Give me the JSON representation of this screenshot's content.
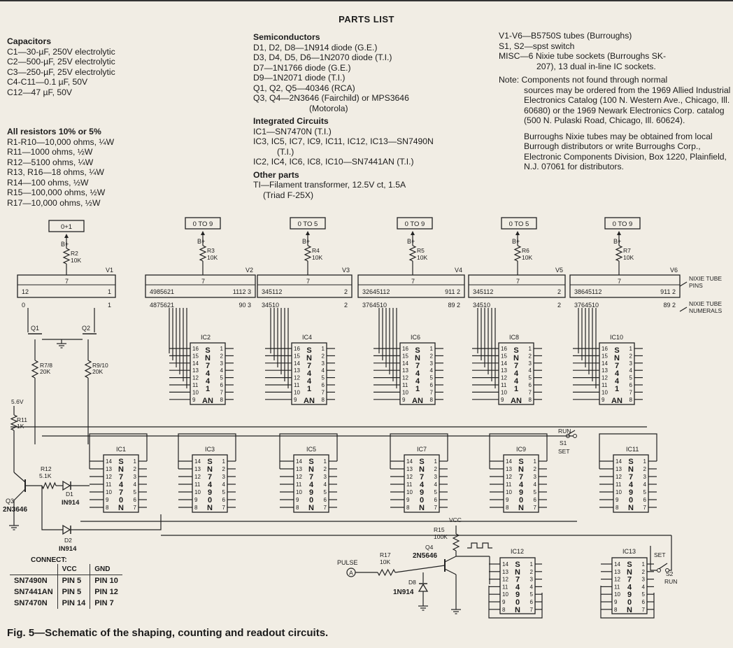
{
  "title": "PARTS LIST",
  "capacitors": {
    "heading": "Capacitors",
    "items": [
      "C1—30-µF, 250V electrolytic",
      "C2—500-µF, 25V electrolytic",
      "C3—250-µF, 25V electrolytic",
      "C4-C11—0.1 µF, 50V",
      "C12—47 µF, 50V"
    ]
  },
  "resistors": {
    "heading": "All resistors 10% or 5%",
    "items": [
      "R1-R10—10,000 ohms, ¼W",
      "R11—1000 ohms, ½W",
      "R12—5100 ohms, ¼W",
      "R13, R16—18 ohms, ¼W",
      "R14—100 ohms, ½W",
      "R15—100,000 ohms, ½W",
      "R17—10,000 ohms, ½W"
    ]
  },
  "semiconductors": {
    "heading": "Semiconductors",
    "items": [
      "D1, D2, D8—1N914 diode (G.E.)",
      "D3, D4, D5, D6—1N2070 diode (T.I.)",
      "D7—1N1766 diode (G.E.)",
      "D9—1N2071 diode (T.I.)",
      "Q1, Q2, Q5—40346 (RCA)",
      "Q3, Q4—2N3646 (Fairchild) or MPS3646"
    ],
    "cont": "(Motorola)"
  },
  "ics": {
    "heading": "Integrated Circuits",
    "l1": "IC1—SN7470N (T.I.)",
    "l2": "IC3, IC5, IC7, IC9, IC11, IC12, IC13—SN7490N",
    "l2b": "(T.I.)",
    "l3": "IC2, IC4, IC6, IC8, IC10—SN7441AN (T.I.)"
  },
  "other": {
    "heading": "Other parts",
    "l1": "TI—Filament transformer, 12.5V ct, 1.5A",
    "l2": "(Triad F-25X)"
  },
  "misc": {
    "l1": "V1-V6—B5750S tubes (Burroughs)",
    "l2": "S1, S2—spst switch",
    "l3": "MISC—6 Nixie tube sockets (Burroughs SK-",
    "l3b": "207), 13 dual in-line IC sockets."
  },
  "note": {
    "p1a": "Note: Components not found through normal",
    "p1b": "sources may be ordered from the 1969 Allied Industrial Electronics Catalog (100 N. Western Ave., Chicago, Ill. 60680) or the 1969 Newark Electronics Corp. catalog (500 N. Pulaski Road, Chicago, Ill. 60624).",
    "p2": "Burroughs Nixie tubes may be obtained from local Burrough distributors or write Burroughs Corp., Electronic Components Division, Box 1220, Plainfield, N.J. 07061 for distributors."
  },
  "schematic": {
    "tubes": [
      {
        "label": "0+1",
        "tube": "V1",
        "res": "R2",
        "val": "10K",
        "pins": "12",
        "pinr": "1",
        "nums": "0",
        "numr": "1"
      },
      {
        "label": "0 TO 9",
        "tube": "V2",
        "res": "R3",
        "val": "10K",
        "pins": "4985621",
        "pinr": "1112  3",
        "nums": "4875621",
        "numr": "90  3"
      },
      {
        "label": "0 TO 5",
        "tube": "V3",
        "res": "R4",
        "val": "10K",
        "pins": "345112",
        "pinr": "2",
        "nums": "34510",
        "numr": "2"
      },
      {
        "label": "0 TO 9",
        "tube": "V4",
        "res": "R5",
        "val": "10K",
        "pins": "32645112",
        "pinr": "911  2",
        "nums": "3764510",
        "numr": "89  2"
      },
      {
        "label": "0 TO 5",
        "tube": "V5",
        "res": "R6",
        "val": "10K",
        "pins": "345112",
        "pinr": "2",
        "nums": "34510",
        "numr": "2"
      },
      {
        "label": "0 TO 9",
        "tube": "V6",
        "res": "R7",
        "val": "10K",
        "pins": "38645112",
        "pinr": "911  2",
        "nums": "3764510",
        "numr": "89  2"
      }
    ],
    "bplus": "B+",
    "pin7": "7",
    "nixie_pins": "NIXIE TUBE\nPINS",
    "nixie_numerals": "NIXIE TUBE\nNUMERALS",
    "decoders": [
      {
        "name": "IC2",
        "chip": "SN7441AN"
      },
      {
        "name": "IC4",
        "chip": "SN7441AN"
      },
      {
        "name": "IC6",
        "chip": "SN7441AN"
      },
      {
        "name": "IC8",
        "chip": "SN7441AN"
      },
      {
        "name": "IC10",
        "chip": "SN7441AN"
      }
    ],
    "counters": [
      {
        "name": "IC1",
        "chip": "SN7470N"
      },
      {
        "name": "IC3",
        "chip": "SN7490N"
      },
      {
        "name": "IC5",
        "chip": "SN7490N"
      },
      {
        "name": "IC7",
        "chip": "SN7490N"
      },
      {
        "name": "IC9",
        "chip": "SN7490N"
      },
      {
        "name": "IC11",
        "chip": "SN7490N"
      }
    ],
    "lower_ics": [
      {
        "name": "IC12",
        "chip": "SN7490N"
      },
      {
        "name": "IC13",
        "chip": "SN7490N"
      }
    ],
    "labels": {
      "q1": "Q1",
      "q2": "Q2",
      "r78": "R7/8",
      "r78v": "20K",
      "r910": "R9/10",
      "r910v": "20K",
      "v56": "5.6V",
      "r11": "R11",
      "r11v": "1K",
      "r12": "R12",
      "r12v": "5.1K",
      "d1": "D1",
      "d1v": "IN914",
      "d2": "D2",
      "d2v": "IN914",
      "q3": "Q3",
      "q3v": "2N3646",
      "run": "RUN",
      "s1": "S1",
      "set": "SET",
      "vcc": "VCC",
      "r15": "R15",
      "r15v": "100K",
      "q4": "Q4",
      "q4v": "2N5646",
      "pulse": "PULSE",
      "pulse_node": "A",
      "r17": "R17",
      "r17v": "10K",
      "d8": "D8",
      "d8v": "1N914",
      "set2": "SET",
      "s2": "S2",
      "run2": "RUN"
    },
    "connect": {
      "title": "CONNECT:",
      "vcc": "VCC",
      "gnd": "GND",
      "rows": [
        [
          "SN7490N",
          "PIN 5",
          "PIN 10"
        ],
        [
          "SN7441AN",
          "PIN 5",
          "PIN 12"
        ],
        [
          "SN7470N",
          "PIN 14",
          "PIN 7"
        ]
      ]
    }
  },
  "caption": "Fig. 5—Schematic of the shaping, counting and readout circuits."
}
